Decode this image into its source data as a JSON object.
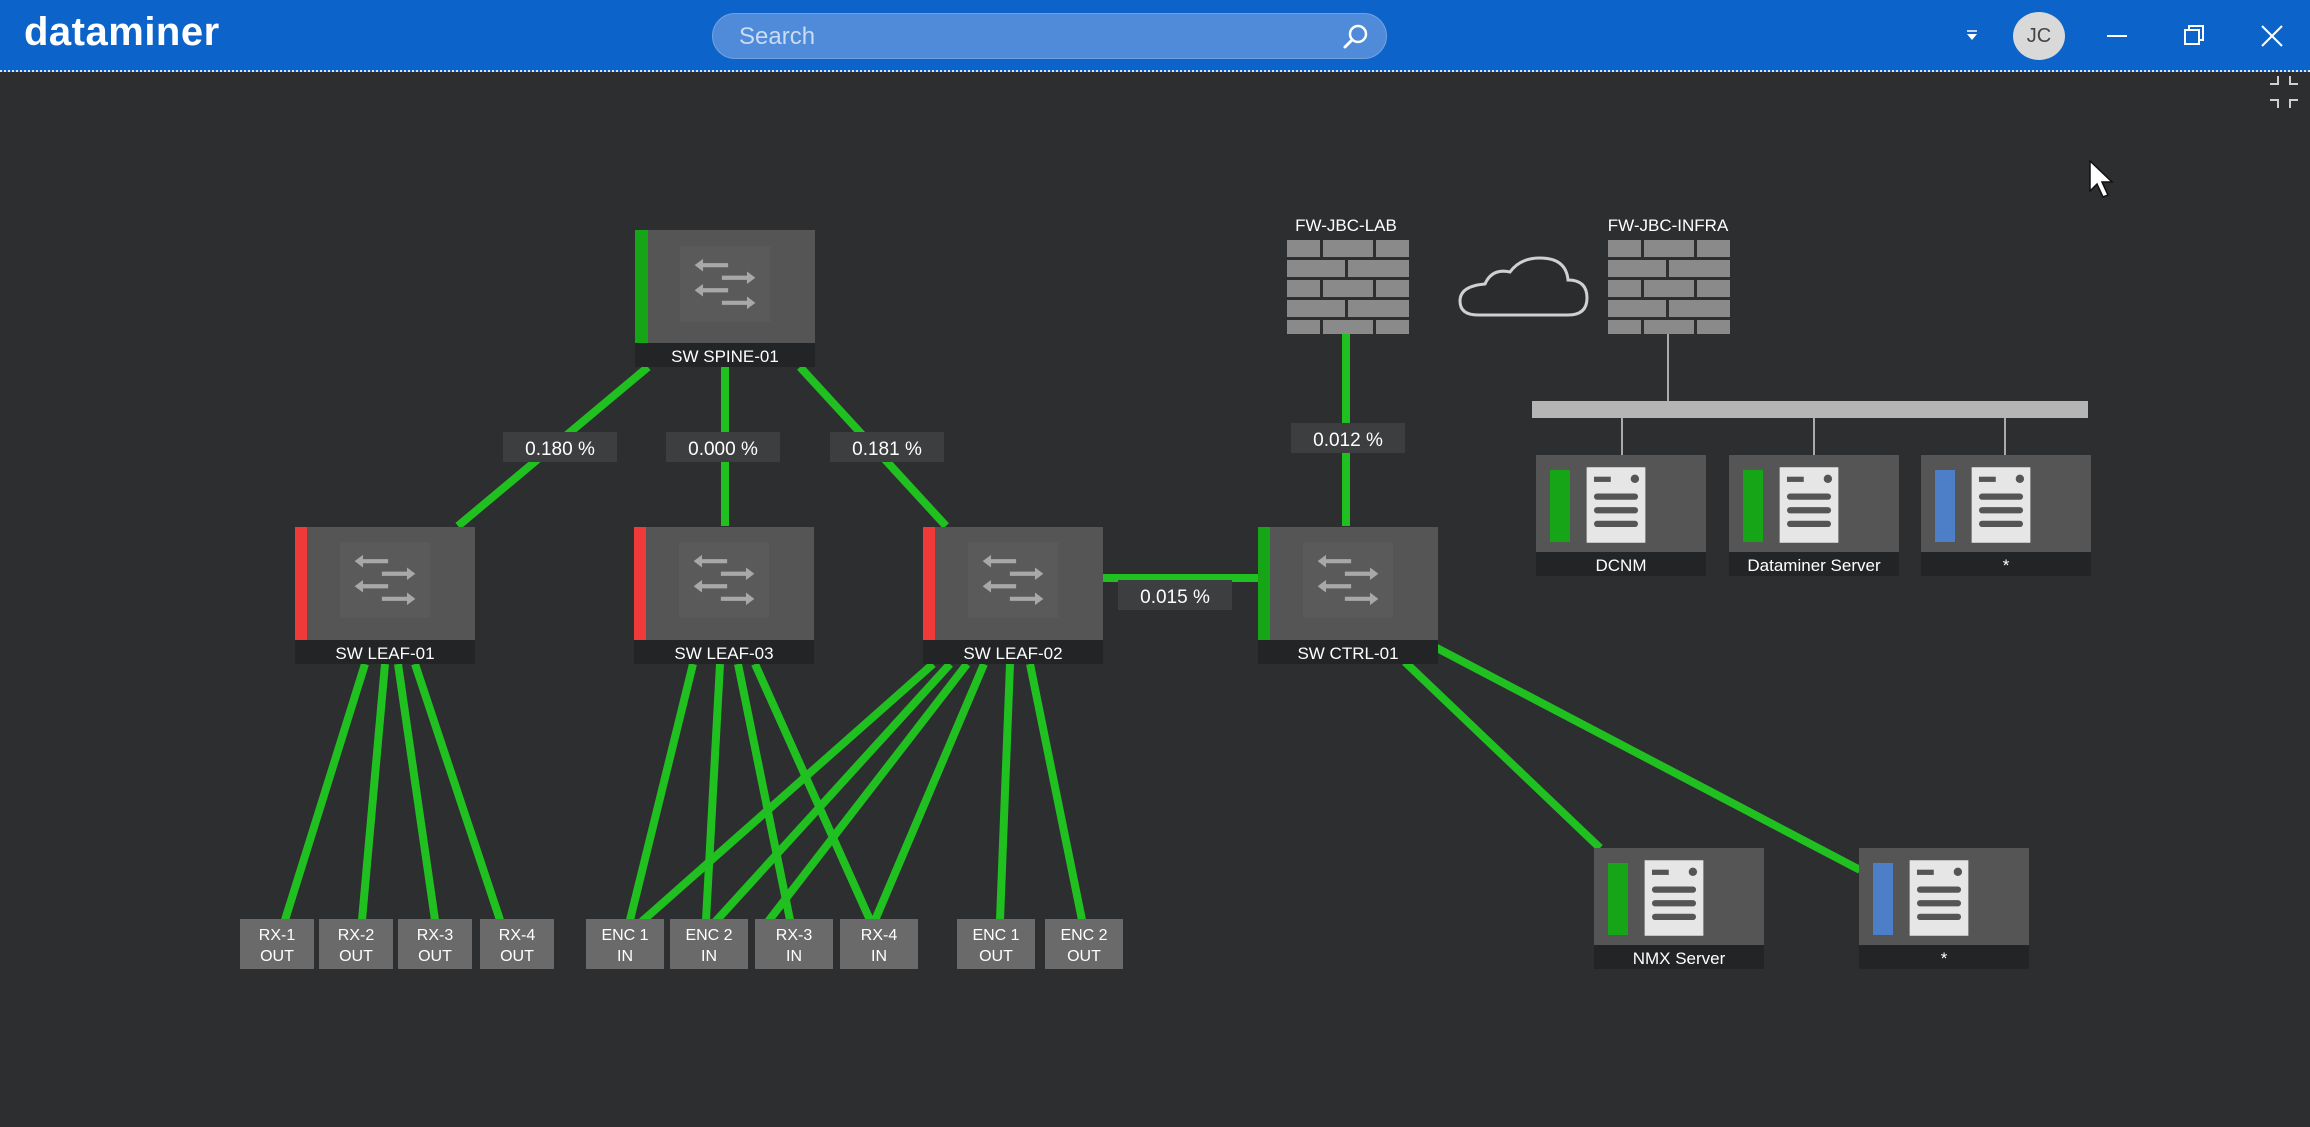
{
  "app": {
    "title": "dataminer",
    "user_initials": "JC"
  },
  "search": {
    "placeholder": "Search",
    "value": ""
  },
  "colors": {
    "titlebar": "#0c63c9",
    "canvas": "#2d2e30",
    "link_ok": "#20c020",
    "status_error": "#f03a3a",
    "status_ok": "#16a516",
    "status_info": "#4c7fc8"
  },
  "icons": {
    "search": "search-icon",
    "dropdown": "chevron-down-icon",
    "minimize": "minimize-icon",
    "restore": "restore-icon",
    "close": "close-icon",
    "fullscreen": "collapse-fullscreen-icon",
    "switch": "network-switch-icon",
    "firewall": "firewall-icon",
    "cloud": "cloud-icon",
    "server": "server-icon"
  },
  "diagram": {
    "switches": [
      {
        "id": "spine01",
        "label": "SW SPINE-01",
        "status": "ok"
      },
      {
        "id": "leaf01",
        "label": "SW LEAF-01",
        "status": "error"
      },
      {
        "id": "leaf03",
        "label": "SW LEAF-03",
        "status": "error"
      },
      {
        "id": "leaf02",
        "label": "SW LEAF-02",
        "status": "error"
      },
      {
        "id": "ctrl01",
        "label": "SW CTRL-01",
        "status": "ok"
      }
    ],
    "firewalls": [
      {
        "id": "fw_lab",
        "label": "FW-JBC-LAB"
      },
      {
        "id": "fw_infra",
        "label": "FW-JBC-INFRA"
      }
    ],
    "servers": [
      {
        "id": "dcnm",
        "label": "DCNM",
        "status": "ok"
      },
      {
        "id": "dms",
        "label": "Dataminer Server",
        "status": "ok"
      },
      {
        "id": "srv_star1",
        "label": "*",
        "status": "info"
      },
      {
        "id": "nmx",
        "label": "NMX Server",
        "status": "ok"
      },
      {
        "id": "srv_star2",
        "label": "*",
        "status": "info"
      }
    ],
    "endpoints": [
      {
        "id": "rx1",
        "line1": "RX-1",
        "line2": "OUT"
      },
      {
        "id": "rx2",
        "line1": "RX-2",
        "line2": "OUT"
      },
      {
        "id": "rx3",
        "line1": "RX-3",
        "line2": "OUT"
      },
      {
        "id": "rx4a",
        "line1": "RX-4",
        "line2": "OUT"
      },
      {
        "id": "enc1a",
        "line1": "ENC 1",
        "line2": "IN"
      },
      {
        "id": "enc2a",
        "line1": "ENC 2",
        "line2": "IN"
      },
      {
        "id": "rx3b",
        "line1": "RX-3",
        "line2": "IN"
      },
      {
        "id": "rx4b",
        "line1": "RX-4",
        "line2": "IN"
      },
      {
        "id": "enc1b",
        "line1": "ENC 1",
        "line2": "OUT"
      },
      {
        "id": "enc2b",
        "line1": "ENC 2",
        "line2": "OUT"
      }
    ],
    "links": [
      {
        "id": "spine_leaf01",
        "label": "0.180 %"
      },
      {
        "id": "spine_leaf03",
        "label": "0.000 %"
      },
      {
        "id": "spine_leaf02",
        "label": "0.181 %"
      },
      {
        "id": "leaf02_ctrl01",
        "label": "0.015 %"
      },
      {
        "id": "fwlab_ctrl01",
        "label": "0.012 %"
      }
    ]
  }
}
